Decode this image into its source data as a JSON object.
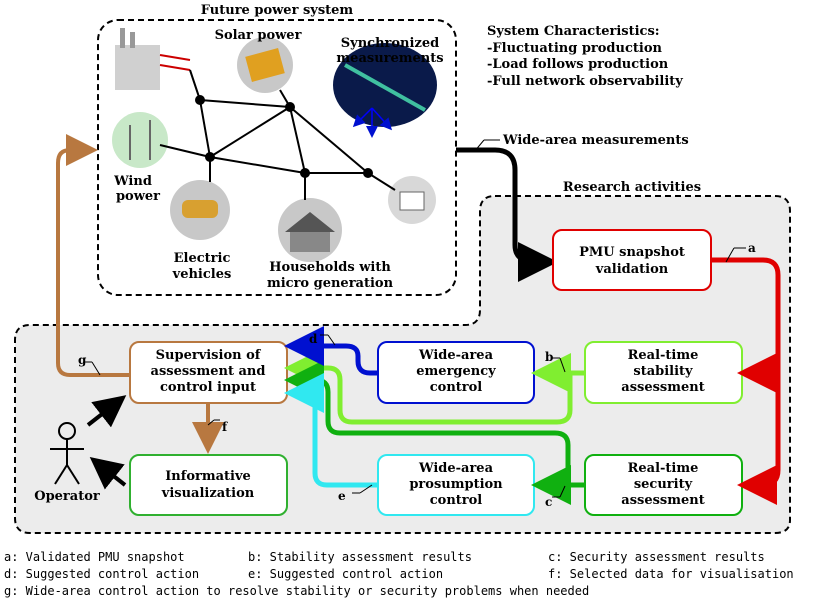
{
  "future_power_system": {
    "title": "Future power system",
    "solar": "Solar power",
    "sync_line1": "Synchronized",
    "sync_line2": "measurements",
    "wind_line1": "Wind",
    "wind_line2": "power",
    "ev_line1": "Electric",
    "ev_line2": "vehicles",
    "house_line1": "Households with",
    "house_line2": "micro generation"
  },
  "characteristics": {
    "title": "System Characteristics:",
    "items": [
      "-Fluctuating production",
      "-Load follows production",
      "-Full network observability"
    ]
  },
  "wide_area_label": "Wide-area measurements",
  "research_title": "Research activities",
  "boxes": {
    "pmu": [
      "PMU snapshot",
      "validation"
    ],
    "supervision": [
      "Supervision of",
      "assessment and",
      "control input"
    ],
    "emergency": [
      "Wide-area",
      "emergency",
      "control"
    ],
    "stability": [
      "Real-time",
      "stability",
      "assessment"
    ],
    "informative": [
      "Informative",
      "visualization"
    ],
    "prosumption": [
      "Wide-area",
      "prosumption",
      "control"
    ],
    "security": [
      "Real-time",
      "security",
      "assessment"
    ]
  },
  "operator": "Operator",
  "arrow_labels": {
    "a": "a",
    "b": "b",
    "c": "c",
    "d": "d",
    "e": "e",
    "f": "f",
    "g": "g"
  },
  "colors": {
    "pmu": "#e00000",
    "stability": "#80ee30",
    "security": "#10b010",
    "emergency": "#0010d0",
    "prosumption": "#30e8f0",
    "supervision": "#b87840",
    "informative": "#30b030"
  },
  "legend": {
    "a": "a: Validated PMU snapshot",
    "b": "b: Stability assessment results",
    "c": "c: Security assessment results",
    "d": "d: Suggested control action",
    "e": "e: Suggested control action",
    "f": "f: Selected data for visualisation",
    "g": "g: Wide-area control action to resolve stability or security problems when needed"
  }
}
